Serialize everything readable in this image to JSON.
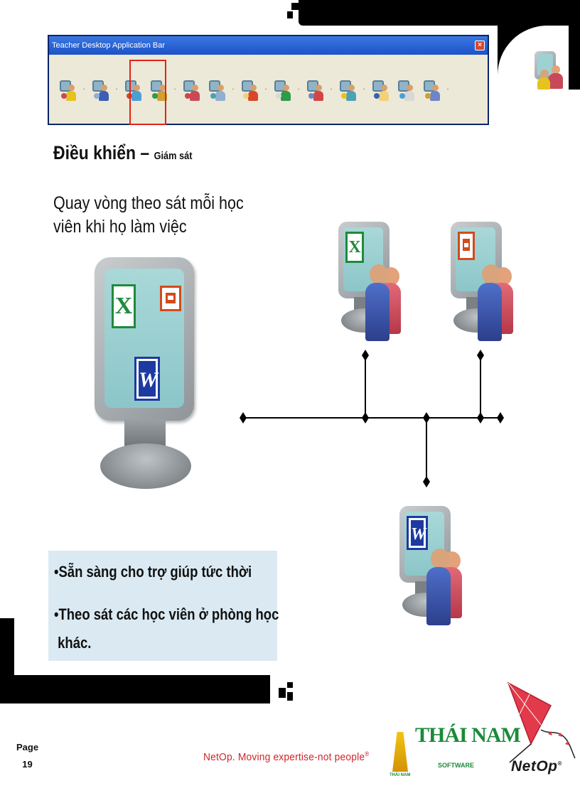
{
  "toolbar": {
    "title": "Teacher Desktop Application Bar",
    "close": "×",
    "buttons": [
      {
        "icon": "remote-control-icon",
        "has_dropdown": true
      },
      {
        "icon": "monitor-students-icon",
        "has_dropdown": true
      },
      {
        "icon": "monitor-rotate-icon",
        "has_dropdown": false,
        "highlighted": true
      },
      {
        "icon": "student-group-icon",
        "has_dropdown": true
      },
      {
        "icon": "students-icon",
        "has_dropdown": false
      },
      {
        "icon": "show-icon",
        "has_dropdown": true
      },
      {
        "icon": "power-icon",
        "has_dropdown": true
      },
      {
        "icon": "transfer-icon",
        "has_dropdown": true
      },
      {
        "icon": "run-program-icon",
        "has_dropdown": true
      },
      {
        "icon": "chat-icon",
        "has_dropdown": true
      },
      {
        "icon": "message-icon",
        "has_dropdown": false
      },
      {
        "icon": "document-icon",
        "has_dropdown": false
      },
      {
        "icon": "classroom-icon",
        "has_dropdown": true
      }
    ],
    "dropdown_glyph": "·"
  },
  "heading": {
    "main": "Điều khiển – ",
    "sub": "Giám sát"
  },
  "description": "Quay vòng theo sát mỗi học viên khi họ làm việc",
  "big_monitor": {
    "apps": [
      "X",
      "W"
    ]
  },
  "bullets": [
    "•Sẵn sàng cho trợ giúp tức thời",
    "•Theo sát các học viên ở phòng học",
    " khác."
  ],
  "footer": {
    "page_label": "Page",
    "page_number": "19",
    "slogan": "NetOp. Moving expertise-not people",
    "slogan_mark": "®",
    "brand_name": "THÁI NAM",
    "brand_sub": "SOFTWARE",
    "brand_small": "THÁI NAM",
    "logo_text": "NetOp",
    "logo_mark": "®"
  },
  "colors": {
    "excel": "#1e8a3a",
    "powerpoint": "#d24a1e",
    "word": "#1d3aa0",
    "highlight": "#e2231a",
    "slogan": "#d1242a",
    "bullet_bg": "#dbeaf2"
  }
}
